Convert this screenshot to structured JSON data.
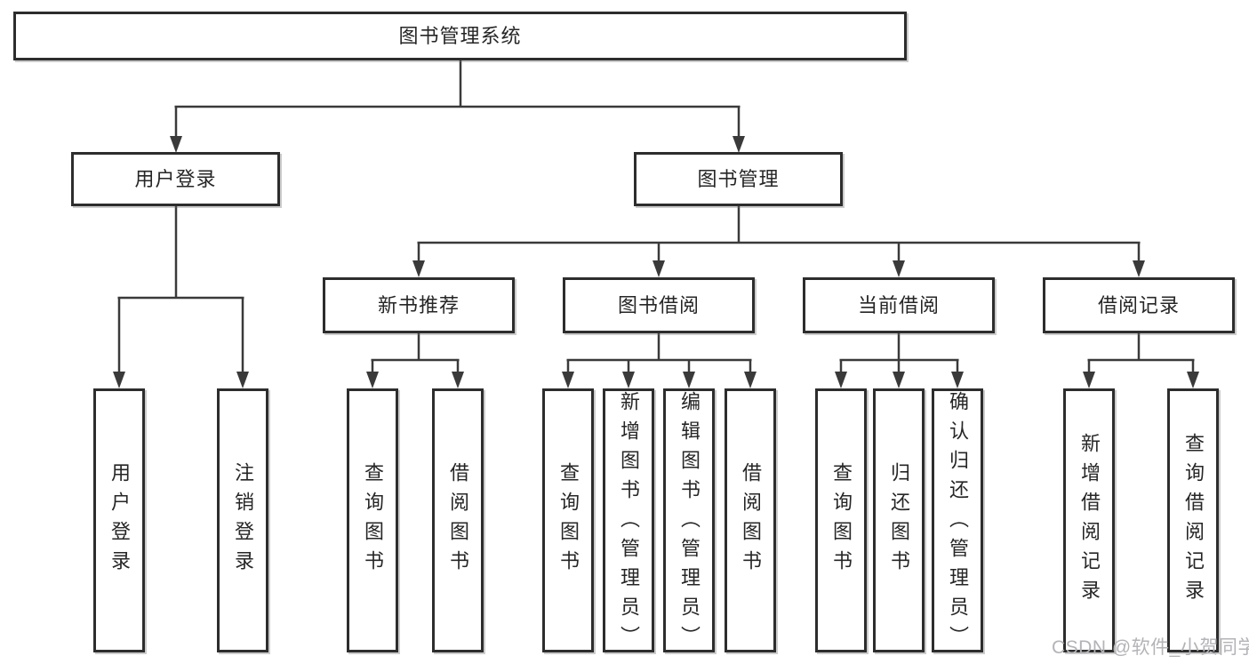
{
  "diagram": {
    "root": {
      "label": "图书管理系统"
    },
    "user_login": {
      "label": "用户登录",
      "leaves": [
        "用户登录",
        "注销登录"
      ]
    },
    "book_mgmt": {
      "label": "图书管理",
      "sections": [
        {
          "label": "新书推荐",
          "leaves": [
            "查询图书",
            "借阅图书"
          ]
        },
        {
          "label": "图书借阅",
          "leaves": [
            "查询图书",
            "新增图书（管理员）",
            "编辑图书（管理员）",
            "借阅图书"
          ]
        },
        {
          "label": "当前借阅",
          "leaves": [
            "查询图书",
            "归还图书",
            "确认归还（管理员）"
          ]
        },
        {
          "label": "借阅记录",
          "leaves": [
            "新增借阅记录",
            "查询借阅记录"
          ]
        }
      ]
    }
  },
  "watermark": {
    "text": "CSDN @软件_小贺同学"
  },
  "colors": {
    "line": "#3a3a3a",
    "box_border": "#2d2d2d",
    "text": "#262626",
    "watermark": "#b3b3b8",
    "background": "#ffffff"
  }
}
